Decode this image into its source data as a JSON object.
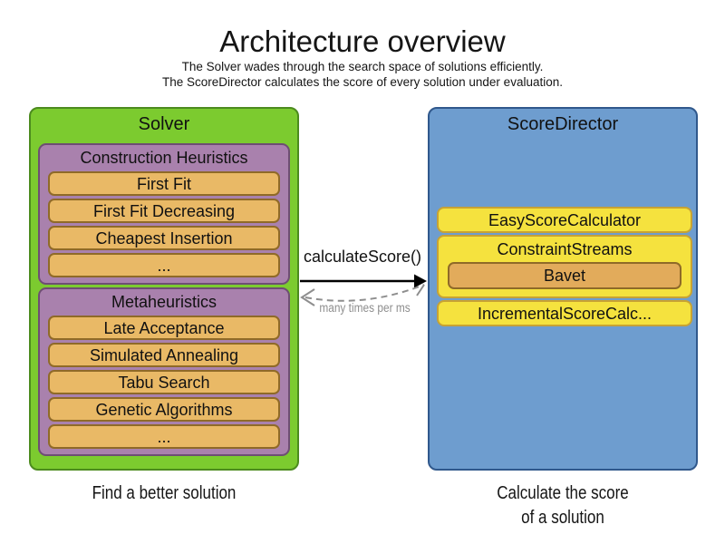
{
  "title": "Architecture overview",
  "subtitle_line1": "The Solver wades through the search space of solutions efficiently.",
  "subtitle_line2": "The ScoreDirector calculates the score of every solution under evaluation.",
  "solver": {
    "label": "Solver",
    "caption": "Find a better solution",
    "groups": [
      {
        "label": "Construction Heuristics",
        "items": [
          "First Fit",
          "First Fit Decreasing",
          "Cheapest Insertion",
          "..."
        ]
      },
      {
        "label": "Metaheuristics",
        "items": [
          "Late Acceptance",
          "Simulated Annealing",
          "Tabu Search",
          "Genetic Algorithms",
          "..."
        ]
      }
    ]
  },
  "score_director": {
    "label": "ScoreDirector",
    "caption_line1": "Calculate the score",
    "caption_line2": "of a solution",
    "calculators": [
      {
        "label": "EasyScoreCalculator"
      },
      {
        "label": "ConstraintStreams",
        "sub": "Bavet"
      },
      {
        "label": "IncrementalScoreCalc..."
      }
    ]
  },
  "arrow": {
    "label": "calculateScore()",
    "sublabel": "many times per ms"
  },
  "colors": {
    "solver_fill": "#7CCB2F",
    "solver_border": "#4C8B1E",
    "group_fill": "#A981AD",
    "group_border": "#6E4E73",
    "item_fill": "#E9B966",
    "item_border": "#8F6A28",
    "score_director_fill": "#6E9DCF",
    "score_director_border": "#30588C",
    "calculator_fill": "#F5E23E",
    "calculator_border": "#C7A234",
    "bavet_fill": "#E2AB5B",
    "arrow_solid": "#000000",
    "arrow_dashed": "#8E8E8E"
  }
}
